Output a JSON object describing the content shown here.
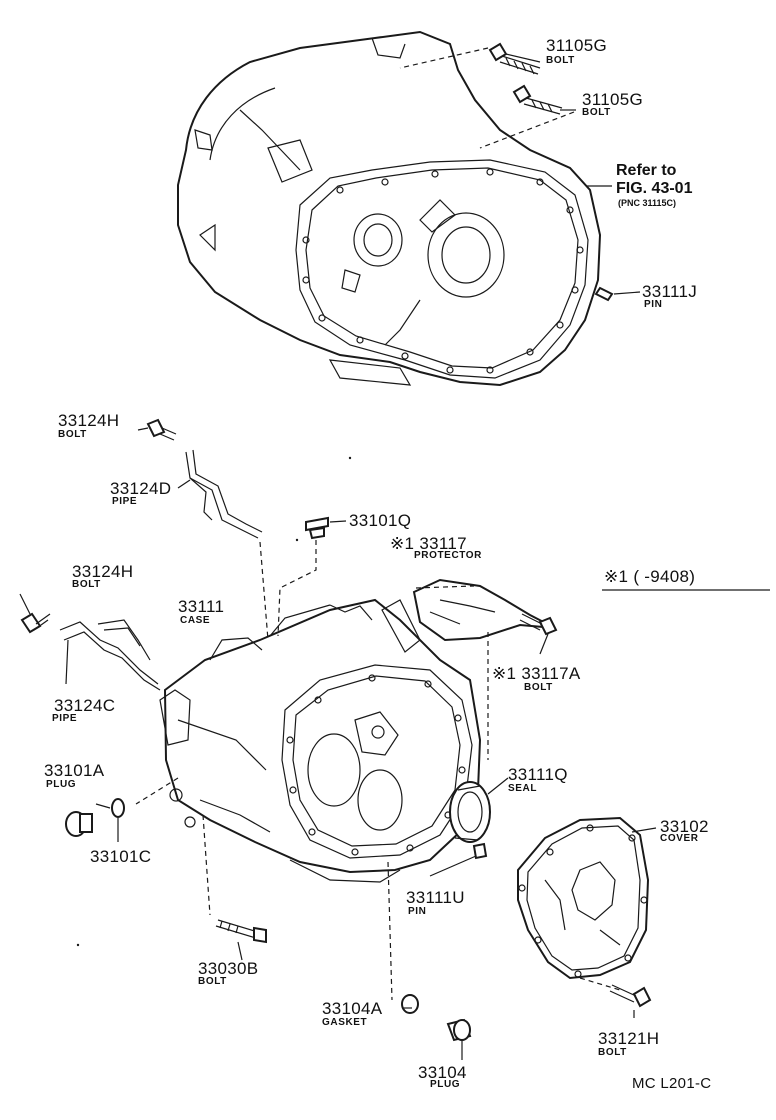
{
  "top_callouts": [
    {
      "part": "31105G",
      "name": "BOLT"
    },
    {
      "part": "31105G",
      "name": "BOLT"
    },
    {
      "part": "33111J",
      "name": "PIN"
    }
  ],
  "reference": {
    "line1": "Refer to",
    "line2": "FIG. 43-01",
    "line3": "(PNC 31115C)"
  },
  "callouts": [
    {
      "part": "33124H",
      "name": "BOLT"
    },
    {
      "part": "33124D",
      "name": "PIPE"
    },
    {
      "part": "33101Q",
      "name": ""
    },
    {
      "part": "※1 33117",
      "name": "PROTECTOR"
    },
    {
      "part": "33124H",
      "name": "BOLT"
    },
    {
      "part": "33111",
      "name": "CASE"
    },
    {
      "part": "※1 33117A",
      "name": "BOLT"
    },
    {
      "part": "33124C",
      "name": "PIPE"
    },
    {
      "part": "33101A",
      "name": "PLUG"
    },
    {
      "part": "33111Q",
      "name": "SEAL"
    },
    {
      "part": "33102",
      "name": "COVER"
    },
    {
      "part": "33101C",
      "name": ""
    },
    {
      "part": "33111U",
      "name": "PIN"
    },
    {
      "part": "33030B",
      "name": "BOLT"
    },
    {
      "part": "33104A",
      "name": "GASKET"
    },
    {
      "part": "33121H",
      "name": "BOLT"
    },
    {
      "part": "33104",
      "name": "PLUG"
    }
  ],
  "note": {
    "text": "※1 (        -9408)"
  },
  "footer": {
    "code": "MC L201-C"
  }
}
